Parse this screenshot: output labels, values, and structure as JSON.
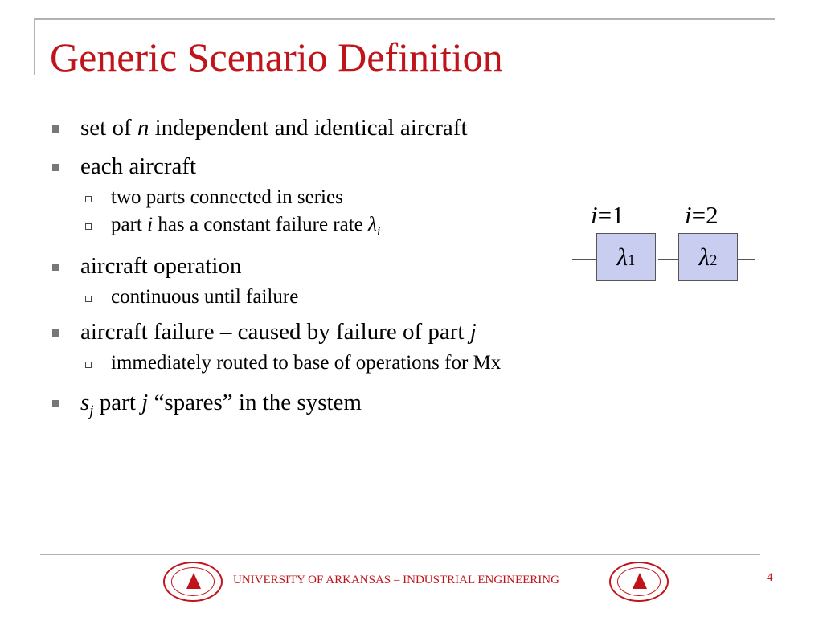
{
  "title": "Generic Scenario Definition",
  "bullets": {
    "b1": {
      "pre": "set of ",
      "var": "n",
      "post": " independent and identical aircraft"
    },
    "b2": {
      "text": "each aircraft"
    },
    "b2a": {
      "text": "two parts connected in series"
    },
    "b2b": {
      "pre": "part ",
      "var": "i",
      "mid": " has a constant failure rate ",
      "sym": "λ",
      "sub": "i"
    },
    "b3": {
      "text": "aircraft operation"
    },
    "b3a": {
      "text": "continuous until failure"
    },
    "b4": {
      "pre": "aircraft failure – caused by failure of part ",
      "var": "j"
    },
    "b4a": {
      "text": "immediately routed to base of operations for Mx"
    },
    "b5": {
      "var": "s",
      "sub": "j",
      "mid": " part ",
      "var2": "j",
      "post": " “spares” in the system"
    }
  },
  "diagram": {
    "label1": {
      "var": "i",
      "eq": "=1"
    },
    "label2": {
      "var": "i",
      "eq": "=2"
    },
    "box1": {
      "sym": "λ",
      "sub": "1"
    },
    "box2": {
      "sym": "λ",
      "sub": "2"
    },
    "box_fill": "#c9cdf0"
  },
  "footer": {
    "text": "UNIVERSITY OF ARKANSAS – INDUSTRIAL ENGINEERING",
    "page_number": "4"
  },
  "colors": {
    "accent": "#c0141b",
    "rule": "#b3b3b3"
  },
  "icons": [
    "square-bullet-icon",
    "hollow-square-bullet-icon",
    "university-seal-icon"
  ]
}
